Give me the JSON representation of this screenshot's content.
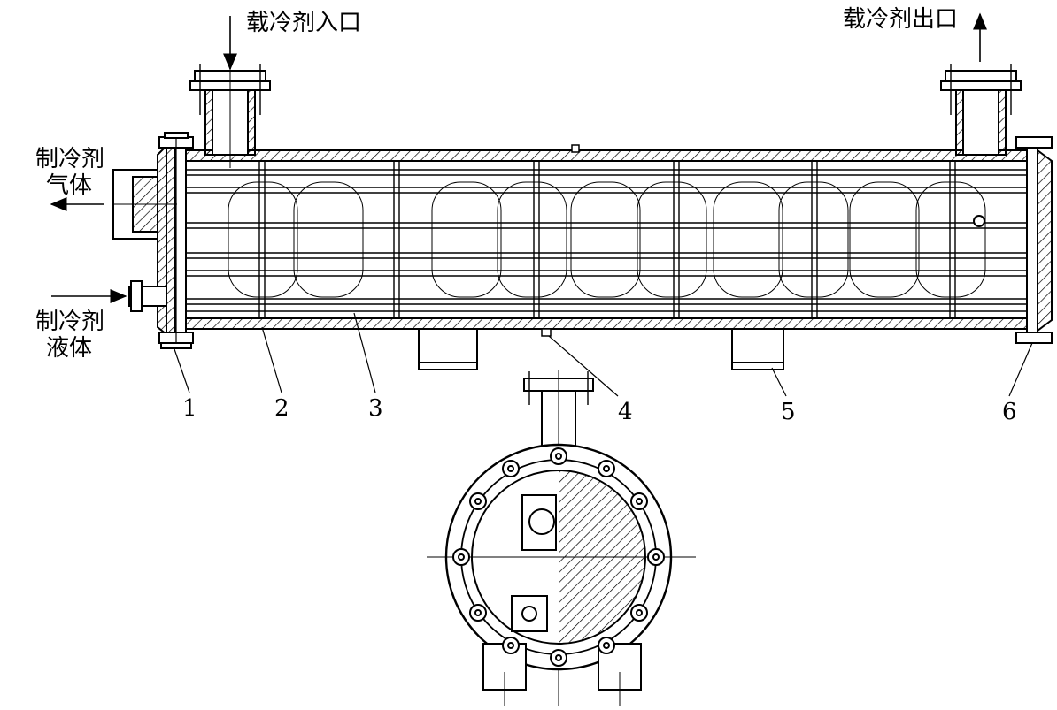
{
  "labels": {
    "coolant_inlet": "载冷剂入口",
    "coolant_outlet": "载冷剂出口",
    "refrigerant_gas_line1": "制冷剂",
    "refrigerant_gas_line2": "气体",
    "refrigerant_liquid_line1": "制冷剂",
    "refrigerant_liquid_line2": "液体"
  },
  "callouts": [
    "1",
    "2",
    "3",
    "4",
    "5",
    "6"
  ],
  "colors": {
    "line": "#000000",
    "background": "#ffffff"
  }
}
